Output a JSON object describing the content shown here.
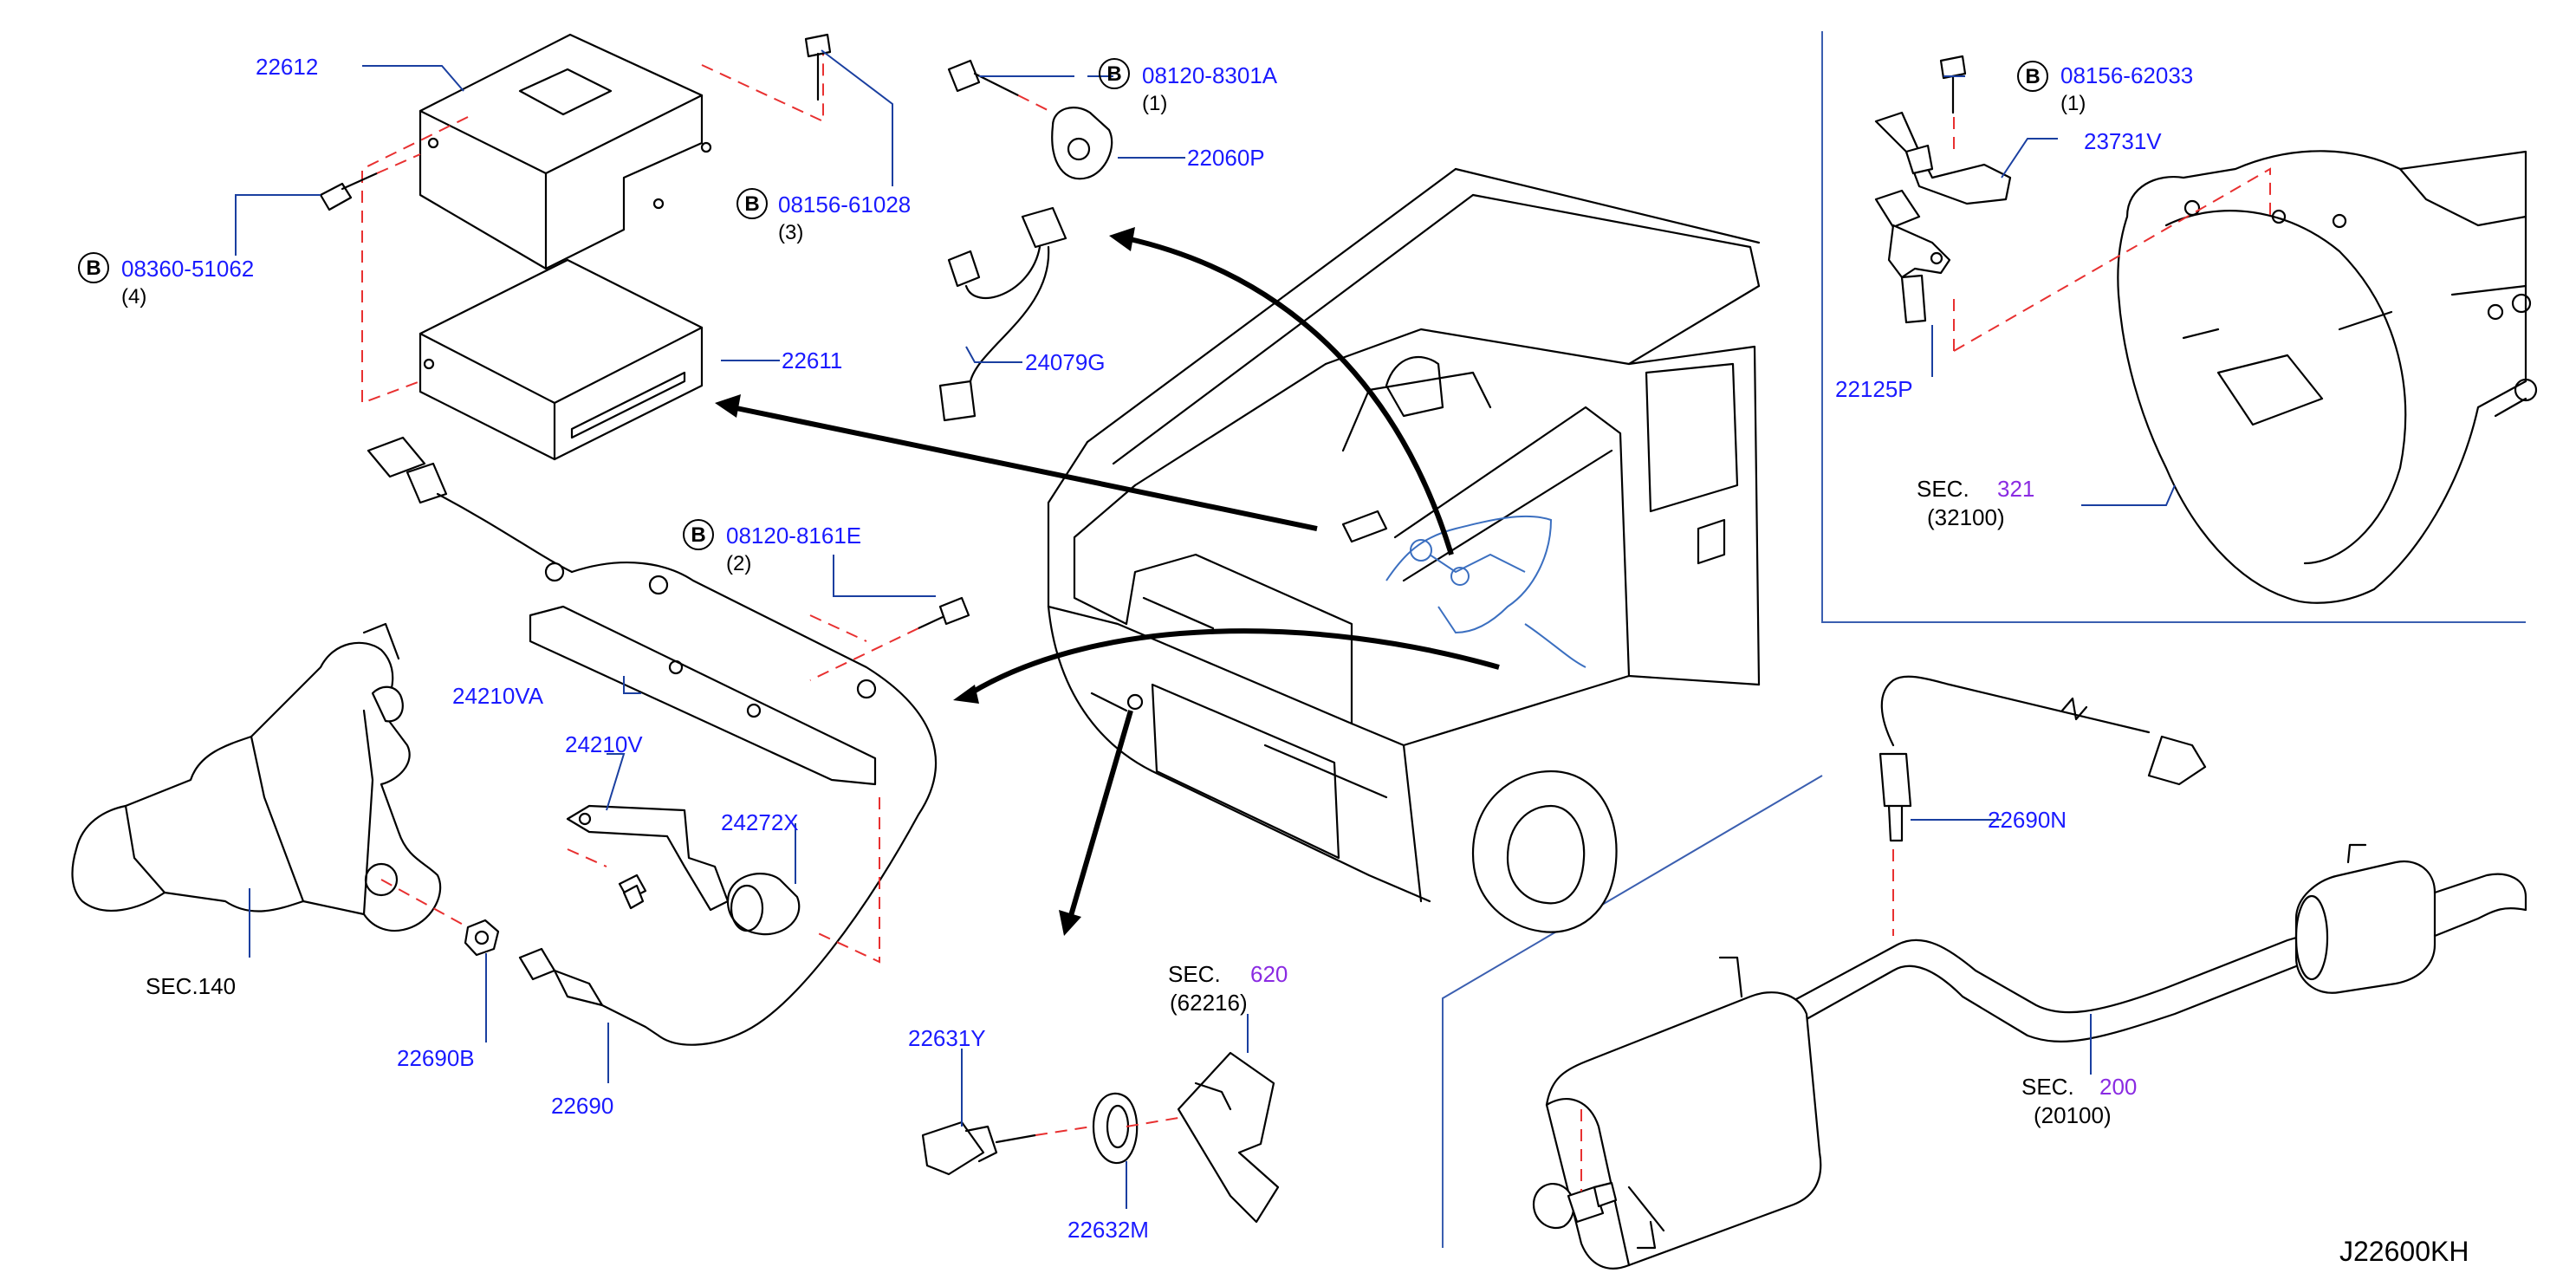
{
  "diagram_id": "J22600KH",
  "parts": {
    "p22612": "22612",
    "p22611": "22611",
    "p08360_51062": "08360-51062",
    "q08360_51062": "(4)",
    "p08156_61028": "08156-61028",
    "q08156_61028": "(3)",
    "p08120_8301A": "08120-8301A",
    "q08120_8301A": "(1)",
    "p22060P": "22060P",
    "p24079G": "24079G",
    "p08120_8161E": "08120-8161E",
    "q08120_8161E": "(2)",
    "p24210VA": "24210VA",
    "p24210V": "24210V",
    "p24272X": "24272X",
    "p22690B": "22690B",
    "p22690": "22690",
    "p22631Y": "22631Y",
    "p22632M": "22632M",
    "p08156_62033": "08156-62033",
    "q08156_62033": "(1)",
    "p23731V": "23731V",
    "p22125P": "22125P",
    "p22690N": "22690N"
  },
  "bolt_marker": "B",
  "sections": {
    "sec140": "SEC.140",
    "sec_word": "SEC.",
    "sec620_num": "620",
    "sec620_sub": "(62216)",
    "sec321_num": "321",
    "sec321_sub": "(32100)",
    "sec200_num": "200",
    "sec200_sub": "(20100)"
  },
  "colors": {
    "part_number": "#1a1aff",
    "section_number": "#8a2be2",
    "leader_line": "#1a3fa0",
    "dashed_line": "#e83030",
    "divider": "#3b5fb0"
  }
}
